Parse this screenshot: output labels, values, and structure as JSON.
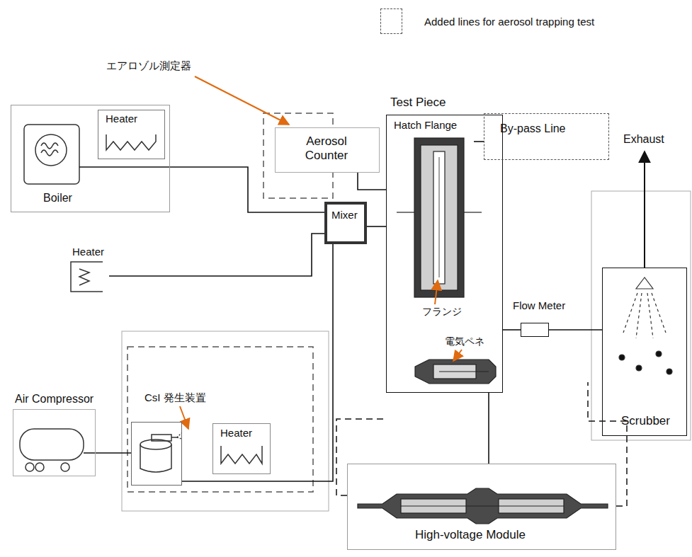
{
  "diagram": {
    "nodes": [
      {
        "text": [
          "Boiler"
        ]
      },
      {
        "text": [
          "Heater"
        ],
        "in": 0
      },
      {
        "text": [
          "Heater"
        ]
      },
      {
        "text": [
          "Air Compressor"
        ]
      },
      {
        "text": [
          "CsI 発生装置"
        ]
      },
      {
        "text": [
          "Heater"
        ]
      },
      {
        "text": [
          "Mixer"
        ]
      },
      {
        "text": [
          "Aerosol Counter"
        ]
      },
      {
        "text": [
          "Test Piece"
        ]
      },
      {
        "text": [
          "Hatch Flange"
        ],
        "in": 8
      },
      {
        "text": [
          "By-pass Line"
        ]
      },
      {
        "text": [
          "Flow Meter"
        ]
      },
      {
        "text": [
          "Scrubber"
        ]
      },
      {
        "text": [
          "High-voltage Module"
        ]
      }
    ],
    "edges": [
      {
        "from": 0,
        "to": 6,
        "arrow": "none"
      },
      {
        "from": 2,
        "to": 6,
        "arrow": "none"
      },
      {
        "from": 3,
        "to": 4,
        "arrow": "none"
      },
      {
        "from": 4,
        "to": 6,
        "arrow": "none"
      },
      {
        "from": 6,
        "to": 8,
        "arrow": "none"
      },
      {
        "from": 7,
        "to": 8,
        "arrow": "none"
      },
      {
        "from": 9,
        "to": 10,
        "arrow": "none"
      },
      {
        "from": 8,
        "to": 11,
        "arrow": "none"
      },
      {
        "from": 11,
        "to": 12,
        "arrow": "none"
      },
      {
        "from": 8,
        "to": 13,
        "arrow": "none"
      }
    ],
    "labels": [
      "エアロゾル測定器",
      "フランジ",
      "電気ペネ",
      "Exhaust"
    ],
    "legend": [
      {
        "text": "Added lines for aerosol trapping test"
      }
    ]
  }
}
